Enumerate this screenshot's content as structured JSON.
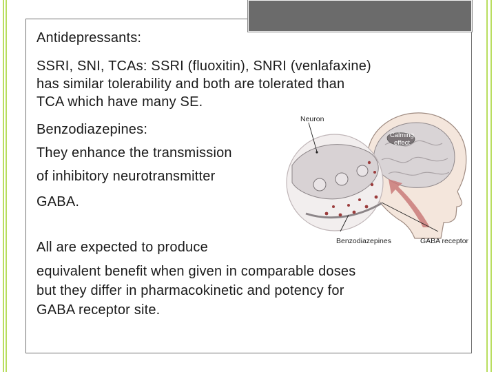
{
  "slide": {
    "line1": "Antidepressants:",
    "line2": "SSRI, SNI, TCAs: SSRI (fluoxitin), SNRI (venlafaxine)",
    "line3": "has similar tolerability and both are tolerated than",
    "line4": "TCA which have many SE.",
    "line5": "Benzodiazepines:",
    "line6": "They enhance the transmission",
    "line7": "of inhibitory neurotransmitter",
    "line8": "GABA.",
    "line9": "All are expected to produce",
    "line10": "equivalent benefit when given in comparable doses",
    "line11": "but they differ in pharmacokinetic and potency for",
    "line12": "GABA receptor site."
  },
  "figure": {
    "neuron_label": "Neuron",
    "calming_line1": "Calming",
    "calming_line2": "effect",
    "benzo_label": "Benzodiazepines",
    "gaba_label": "GABA receptor"
  },
  "colors": {
    "accent_stripe": "#b9de5f",
    "tab": "#6b6b6b",
    "text": "#1a1a1a"
  }
}
